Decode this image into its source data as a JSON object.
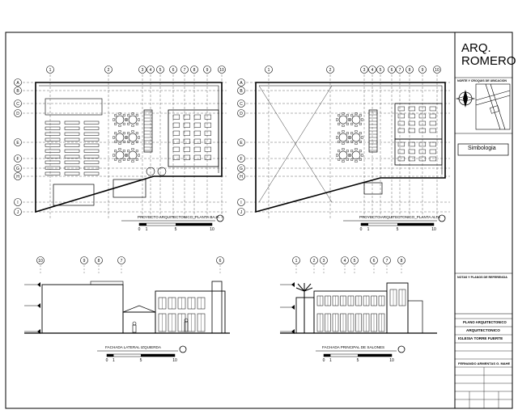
{
  "title_block": {
    "firm_line1": "ARQ.",
    "firm_line2": "ROMERO",
    "locator_label": "NORTE Y CROQUIS DE UBICACION",
    "symbology_label": "Simbologia",
    "notes_label": "NOTAS Y PLANOS DE REFERENCIA",
    "plan_label": "PLANO ARQUITECTONICO",
    "plan_value": "ARQUITECTONICO",
    "project_label": "IGLESIA TORRE FUERTE",
    "owner_label": "FERNANDO ARMENTAS G. MAHE"
  },
  "drawings": {
    "plan_low_title": "PROYECTO ARQUITECTONICO_PLANTA BAJA",
    "plan_high_title": "PROYECTO ARQUITECTONICO_PLANTA ALTA",
    "elev_left_title": "FACHADA LATERAL IZQUIERDA",
    "elev_main_title": "FACHADA PRINCIPAL DE SALONES"
  },
  "scale_bar": {
    "ticks": [
      "0",
      "1",
      "5",
      "10"
    ]
  },
  "axes": {
    "plan_columns": [
      "1",
      "2",
      "3",
      "4",
      "5",
      "6",
      "7",
      "8",
      "9",
      "10"
    ],
    "plan_rows": [
      "A",
      "B",
      "C",
      "D",
      "E",
      "F",
      "G",
      "H",
      "I",
      "J"
    ],
    "elev_left_axes": [
      "10",
      "9",
      "8",
      "7",
      "6"
    ],
    "elev_main_axes": [
      "1",
      "2",
      "3",
      "4",
      "5",
      "6",
      "7",
      "8"
    ]
  },
  "colors": {
    "line": "#000000",
    "paper": "#ffffff"
  }
}
